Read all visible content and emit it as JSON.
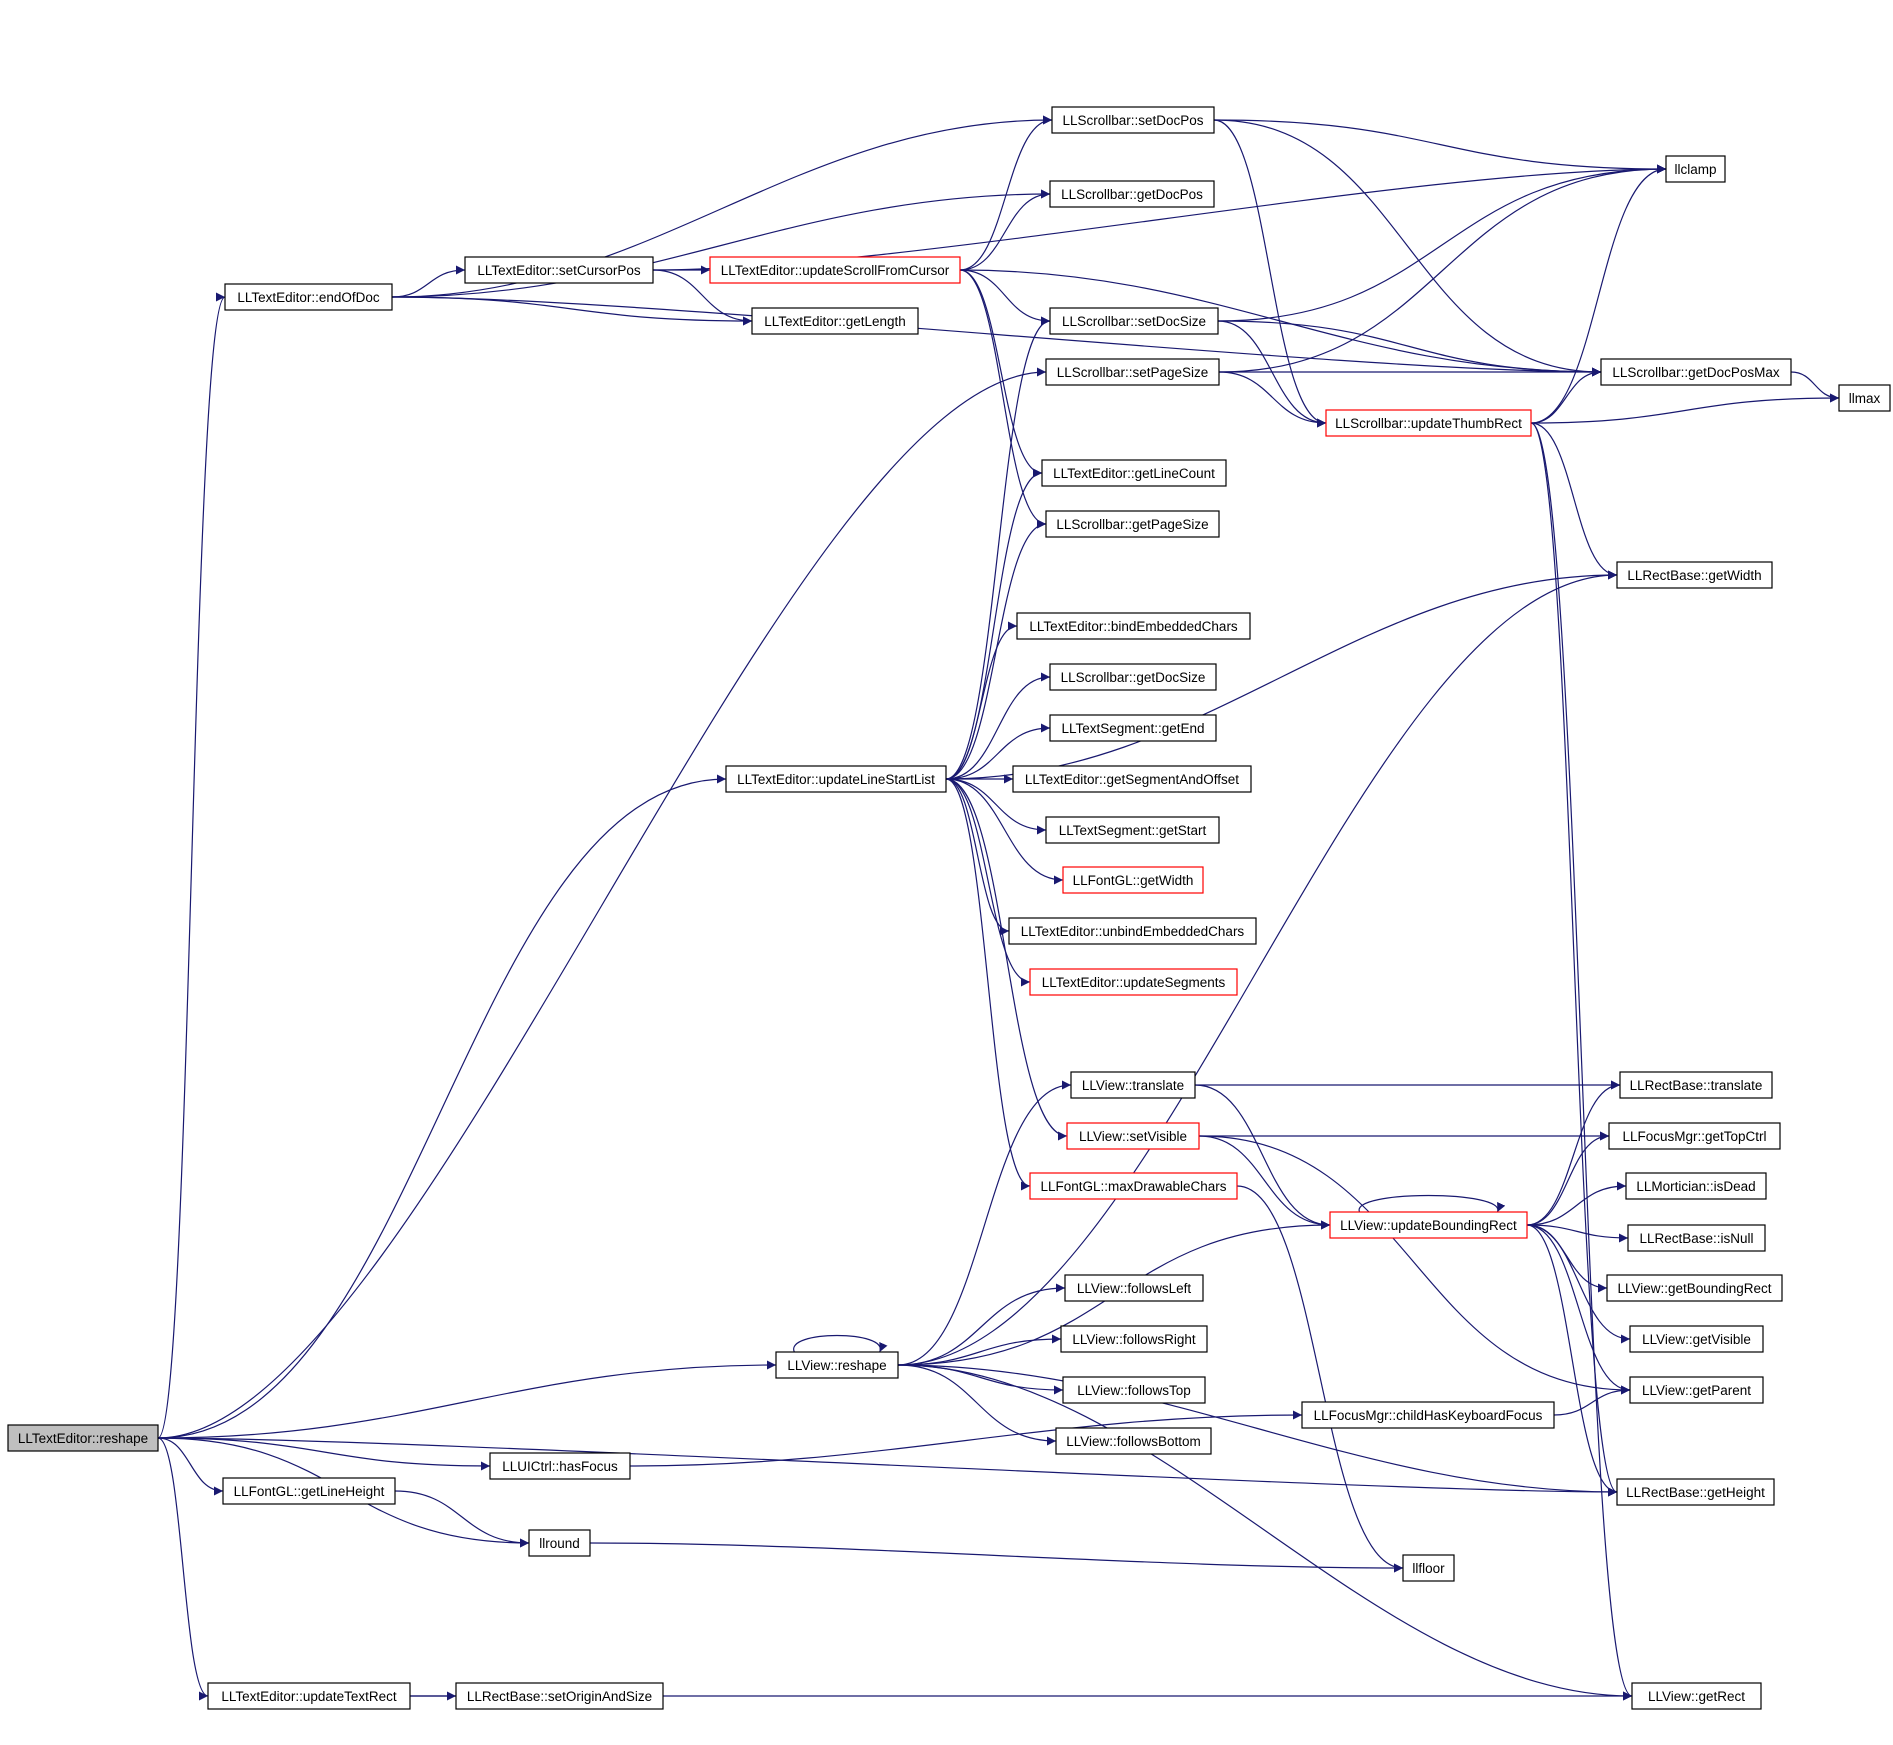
{
  "diagram": {
    "root": "reshape_te",
    "nodes": [
      {
        "id": "reshape_te",
        "label": "LLTextEditor::reshape",
        "style": "root"
      },
      {
        "id": "endOfDoc",
        "label": "LLTextEditor::endOfDoc"
      },
      {
        "id": "setCursorPos",
        "label": "LLTextEditor::setCursorPos"
      },
      {
        "id": "updateScrollFromCursor",
        "label": "LLTextEditor::updateScrollFromCursor",
        "style": "truncated"
      },
      {
        "id": "getLength",
        "label": "LLTextEditor::getLength"
      },
      {
        "id": "sb_setDocPos",
        "label": "LLScrollbar::setDocPos"
      },
      {
        "id": "sb_getDocPos",
        "label": "LLScrollbar::getDocPos"
      },
      {
        "id": "sb_setDocSize",
        "label": "LLScrollbar::setDocSize"
      },
      {
        "id": "sb_setPageSize",
        "label": "LLScrollbar::setPageSize"
      },
      {
        "id": "sb_updateThumbRect",
        "label": "LLScrollbar::updateThumbRect",
        "style": "truncated"
      },
      {
        "id": "llclamp",
        "label": "llclamp"
      },
      {
        "id": "sb_getDocPosMax",
        "label": "LLScrollbar::getDocPosMax"
      },
      {
        "id": "llmax",
        "label": "llmax"
      },
      {
        "id": "getLineCount",
        "label": "LLTextEditor::getLineCount"
      },
      {
        "id": "sb_getPageSize",
        "label": "LLScrollbar::getPageSize"
      },
      {
        "id": "rb_getWidth",
        "label": "LLRectBase::getWidth"
      },
      {
        "id": "bindEmbeddedChars",
        "label": "LLTextEditor::bindEmbeddedChars"
      },
      {
        "id": "sb_getDocSize",
        "label": "LLScrollbar::getDocSize"
      },
      {
        "id": "ts_getEnd",
        "label": "LLTextSegment::getEnd"
      },
      {
        "id": "updateLineStartList",
        "label": "LLTextEditor::updateLineStartList"
      },
      {
        "id": "getSegmentAndOffset",
        "label": "LLTextEditor::getSegmentAndOffset"
      },
      {
        "id": "ts_getStart",
        "label": "LLTextSegment::getStart"
      },
      {
        "id": "font_getWidth",
        "label": "LLFontGL::getWidth",
        "style": "truncated"
      },
      {
        "id": "unbindEmbeddedChars",
        "label": "LLTextEditor::unbindEmbeddedChars"
      },
      {
        "id": "updateSegments",
        "label": "LLTextEditor::updateSegments",
        "style": "truncated"
      },
      {
        "id": "v_translate",
        "label": "LLView::translate"
      },
      {
        "id": "rb_translate",
        "label": "LLRectBase::translate"
      },
      {
        "id": "v_setVisible",
        "label": "LLView::setVisible",
        "style": "truncated"
      },
      {
        "id": "fm_getTopCtrl",
        "label": "LLFocusMgr::getTopCtrl"
      },
      {
        "id": "font_maxDrawableChars",
        "label": "LLFontGL::maxDrawableChars",
        "style": "truncated"
      },
      {
        "id": "m_isDead",
        "label": "LLMortician::isDead"
      },
      {
        "id": "v_updateBoundingRect",
        "label": "LLView::updateBoundingRect",
        "style": "truncated"
      },
      {
        "id": "rb_isNull",
        "label": "LLRectBase::isNull"
      },
      {
        "id": "v_followsLeft",
        "label": "LLView::followsLeft"
      },
      {
        "id": "v_getBoundingRect",
        "label": "LLView::getBoundingRect"
      },
      {
        "id": "v_followsRight",
        "label": "LLView::followsRight"
      },
      {
        "id": "v_getVisible",
        "label": "LLView::getVisible"
      },
      {
        "id": "v_reshape",
        "label": "LLView::reshape"
      },
      {
        "id": "v_followsTop",
        "label": "LLView::followsTop"
      },
      {
        "id": "v_getParent",
        "label": "LLView::getParent"
      },
      {
        "id": "fm_childHasKeyboardFocus",
        "label": "LLFocusMgr::childHasKeyboardFocus"
      },
      {
        "id": "v_followsBottom",
        "label": "LLView::followsBottom"
      },
      {
        "id": "ui_hasFocus",
        "label": "LLUICtrl::hasFocus"
      },
      {
        "id": "font_getLineHeight",
        "label": "LLFontGL::getLineHeight"
      },
      {
        "id": "rb_getHeight",
        "label": "LLRectBase::getHeight"
      },
      {
        "id": "llround",
        "label": "llround"
      },
      {
        "id": "llfloor",
        "label": "llfloor"
      },
      {
        "id": "updateTextRect",
        "label": "LLTextEditor::updateTextRect"
      },
      {
        "id": "rb_setOriginAndSize",
        "label": "LLRectBase::setOriginAndSize"
      },
      {
        "id": "v_getRect",
        "label": "LLView::getRect"
      }
    ],
    "edges": [
      [
        "reshape_te",
        "endOfDoc"
      ],
      [
        "reshape_te",
        "sb_setPageSize"
      ],
      [
        "reshape_te",
        "updateLineStartList"
      ],
      [
        "reshape_te",
        "v_reshape"
      ],
      [
        "reshape_te",
        "ui_hasFocus"
      ],
      [
        "reshape_te",
        "font_getLineHeight"
      ],
      [
        "reshape_te",
        "llround"
      ],
      [
        "reshape_te",
        "rb_getHeight"
      ],
      [
        "reshape_te",
        "updateTextRect"
      ],
      [
        "endOfDoc",
        "sb_setDocPos"
      ],
      [
        "endOfDoc",
        "sb_getDocPos"
      ],
      [
        "endOfDoc",
        "setCursorPos"
      ],
      [
        "endOfDoc",
        "getLength"
      ],
      [
        "endOfDoc",
        "sb_getDocPosMax"
      ],
      [
        "setCursorPos",
        "updateScrollFromCursor"
      ],
      [
        "setCursorPos",
        "getLength"
      ],
      [
        "setCursorPos",
        "llclamp"
      ],
      [
        "updateScrollFromCursor",
        "sb_setDocPos"
      ],
      [
        "updateScrollFromCursor",
        "sb_getDocPos"
      ],
      [
        "updateScrollFromCursor",
        "sb_setDocSize"
      ],
      [
        "updateScrollFromCursor",
        "sb_getDocPosMax"
      ],
      [
        "updateScrollFromCursor",
        "getLineCount"
      ],
      [
        "updateScrollFromCursor",
        "sb_getPageSize"
      ],
      [
        "sb_setDocPos",
        "llclamp"
      ],
      [
        "sb_setDocPos",
        "sb_getDocPosMax"
      ],
      [
        "sb_setDocPos",
        "sb_updateThumbRect"
      ],
      [
        "sb_setDocSize",
        "llclamp"
      ],
      [
        "sb_setDocSize",
        "sb_getDocPosMax"
      ],
      [
        "sb_setDocSize",
        "sb_updateThumbRect"
      ],
      [
        "sb_setPageSize",
        "llclamp"
      ],
      [
        "sb_setPageSize",
        "sb_getDocPosMax"
      ],
      [
        "sb_setPageSize",
        "sb_updateThumbRect"
      ],
      [
        "sb_updateThumbRect",
        "llclamp"
      ],
      [
        "sb_updateThumbRect",
        "sb_getDocPosMax"
      ],
      [
        "sb_updateThumbRect",
        "llmax"
      ],
      [
        "sb_updateThumbRect",
        "rb_getWidth"
      ],
      [
        "sb_updateThumbRect",
        "v_getRect"
      ],
      [
        "sb_updateThumbRect",
        "rb_getHeight"
      ],
      [
        "sb_getDocPosMax",
        "llmax"
      ],
      [
        "updateLineStartList",
        "sb_setDocSize"
      ],
      [
        "updateLineStartList",
        "getLineCount"
      ],
      [
        "updateLineStartList",
        "sb_getPageSize"
      ],
      [
        "updateLineStartList",
        "rb_getWidth"
      ],
      [
        "updateLineStartList",
        "bindEmbeddedChars"
      ],
      [
        "updateLineStartList",
        "sb_getDocSize"
      ],
      [
        "updateLineStartList",
        "ts_getEnd"
      ],
      [
        "updateLineStartList",
        "getSegmentAndOffset"
      ],
      [
        "updateLineStartList",
        "ts_getStart"
      ],
      [
        "updateLineStartList",
        "font_getWidth"
      ],
      [
        "updateLineStartList",
        "unbindEmbeddedChars"
      ],
      [
        "updateLineStartList",
        "updateSegments"
      ],
      [
        "updateLineStartList",
        "v_setVisible"
      ],
      [
        "updateLineStartList",
        "font_maxDrawableChars"
      ],
      [
        "v_translate",
        "rb_translate"
      ],
      [
        "v_translate",
        "v_updateBoundingRect"
      ],
      [
        "v_setVisible",
        "fm_getTopCtrl"
      ],
      [
        "v_setVisible",
        "v_updateBoundingRect"
      ],
      [
        "v_setVisible",
        "v_getParent"
      ],
      [
        "font_maxDrawableChars",
        "llfloor"
      ],
      [
        "v_updateBoundingRect",
        "v_updateBoundingRect"
      ],
      [
        "v_updateBoundingRect",
        "rb_translate"
      ],
      [
        "v_updateBoundingRect",
        "fm_getTopCtrl"
      ],
      [
        "v_updateBoundingRect",
        "m_isDead"
      ],
      [
        "v_updateBoundingRect",
        "rb_isNull"
      ],
      [
        "v_updateBoundingRect",
        "v_getBoundingRect"
      ],
      [
        "v_updateBoundingRect",
        "v_getVisible"
      ],
      [
        "v_updateBoundingRect",
        "v_getParent"
      ],
      [
        "v_updateBoundingRect",
        "rb_getHeight"
      ],
      [
        "v_reshape",
        "v_reshape"
      ],
      [
        "v_reshape",
        "rb_getWidth"
      ],
      [
        "v_reshape",
        "v_translate"
      ],
      [
        "v_reshape",
        "v_updateBoundingRect"
      ],
      [
        "v_reshape",
        "v_followsLeft"
      ],
      [
        "v_reshape",
        "v_followsRight"
      ],
      [
        "v_reshape",
        "v_followsTop"
      ],
      [
        "v_reshape",
        "v_followsBottom"
      ],
      [
        "v_reshape",
        "rb_getHeight"
      ],
      [
        "v_reshape",
        "v_getRect"
      ],
      [
        "ui_hasFocus",
        "fm_childHasKeyboardFocus"
      ],
      [
        "fm_childHasKeyboardFocus",
        "v_getParent"
      ],
      [
        "font_getLineHeight",
        "llround"
      ],
      [
        "llround",
        "llfloor"
      ],
      [
        "updateTextRect",
        "rb_setOriginAndSize"
      ],
      [
        "updateTextRect",
        "v_getRect"
      ]
    ]
  },
  "colors": {
    "edge": "#191970",
    "node_border": "#000000",
    "truncated_border": "#ff0000",
    "root_fill": "#bfbfbf"
  }
}
